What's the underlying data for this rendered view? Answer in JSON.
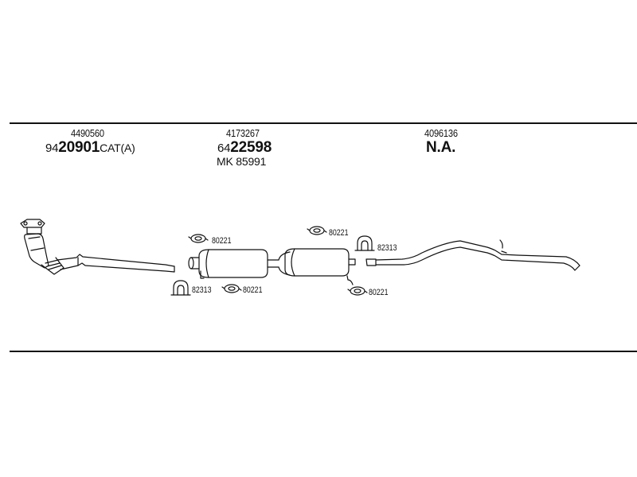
{
  "groups": [
    {
      "ref": "4490560",
      "code_prefix": "94",
      "code_main": "20901",
      "code_suffix": "CAT(A)"
    },
    {
      "ref": "4173267",
      "code_prefix": "64",
      "code_main": "22598",
      "code_suffix": "",
      "extra": "MK 85991"
    },
    {
      "ref": "4096136",
      "code_main": "N.A."
    }
  ],
  "fittings": [
    {
      "part": "80221"
    },
    {
      "part": "82313"
    },
    {
      "part": "80221"
    },
    {
      "part": "80221"
    },
    {
      "part": "82313"
    },
    {
      "part": "80221"
    }
  ]
}
